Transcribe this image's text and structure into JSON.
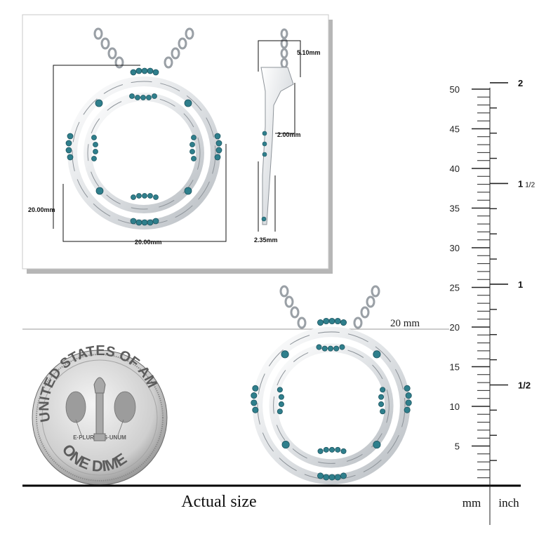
{
  "dimension_panel": {
    "height_label": "20.00mm",
    "width_label": "20.00mm",
    "bail_width_label": "5.10mm",
    "side_depth_label": "2.00mm",
    "thickness_label": "2.35mm"
  },
  "scene": {
    "reference_line_label": "20 mm",
    "actual_size_label": "Actual size",
    "coin": {
      "top_text": "UNITED STATES OF AMERICA",
      "bottom_text": "ONE DIME",
      "motto": "E·PLURIBUS·UNUM"
    }
  },
  "ruler": {
    "mm_ticks": [
      "50",
      "45",
      "40",
      "35",
      "30",
      "25",
      "20",
      "15",
      "10",
      "5"
    ],
    "inch_ticks": [
      {
        "whole": "2",
        "frac": ""
      },
      {
        "whole": "1",
        "frac": "1/2"
      },
      {
        "whole": "1",
        "frac": ""
      },
      {
        "whole": "",
        "frac": "1/2"
      }
    ],
    "mm_unit": "mm",
    "inch_unit": "inch"
  },
  "colors": {
    "metal": "#e6e8ea",
    "metal_edge": "#8e949a",
    "gem": "#2f7f8c",
    "gem_dark": "#1d5560",
    "ruler_line": "#222222"
  }
}
